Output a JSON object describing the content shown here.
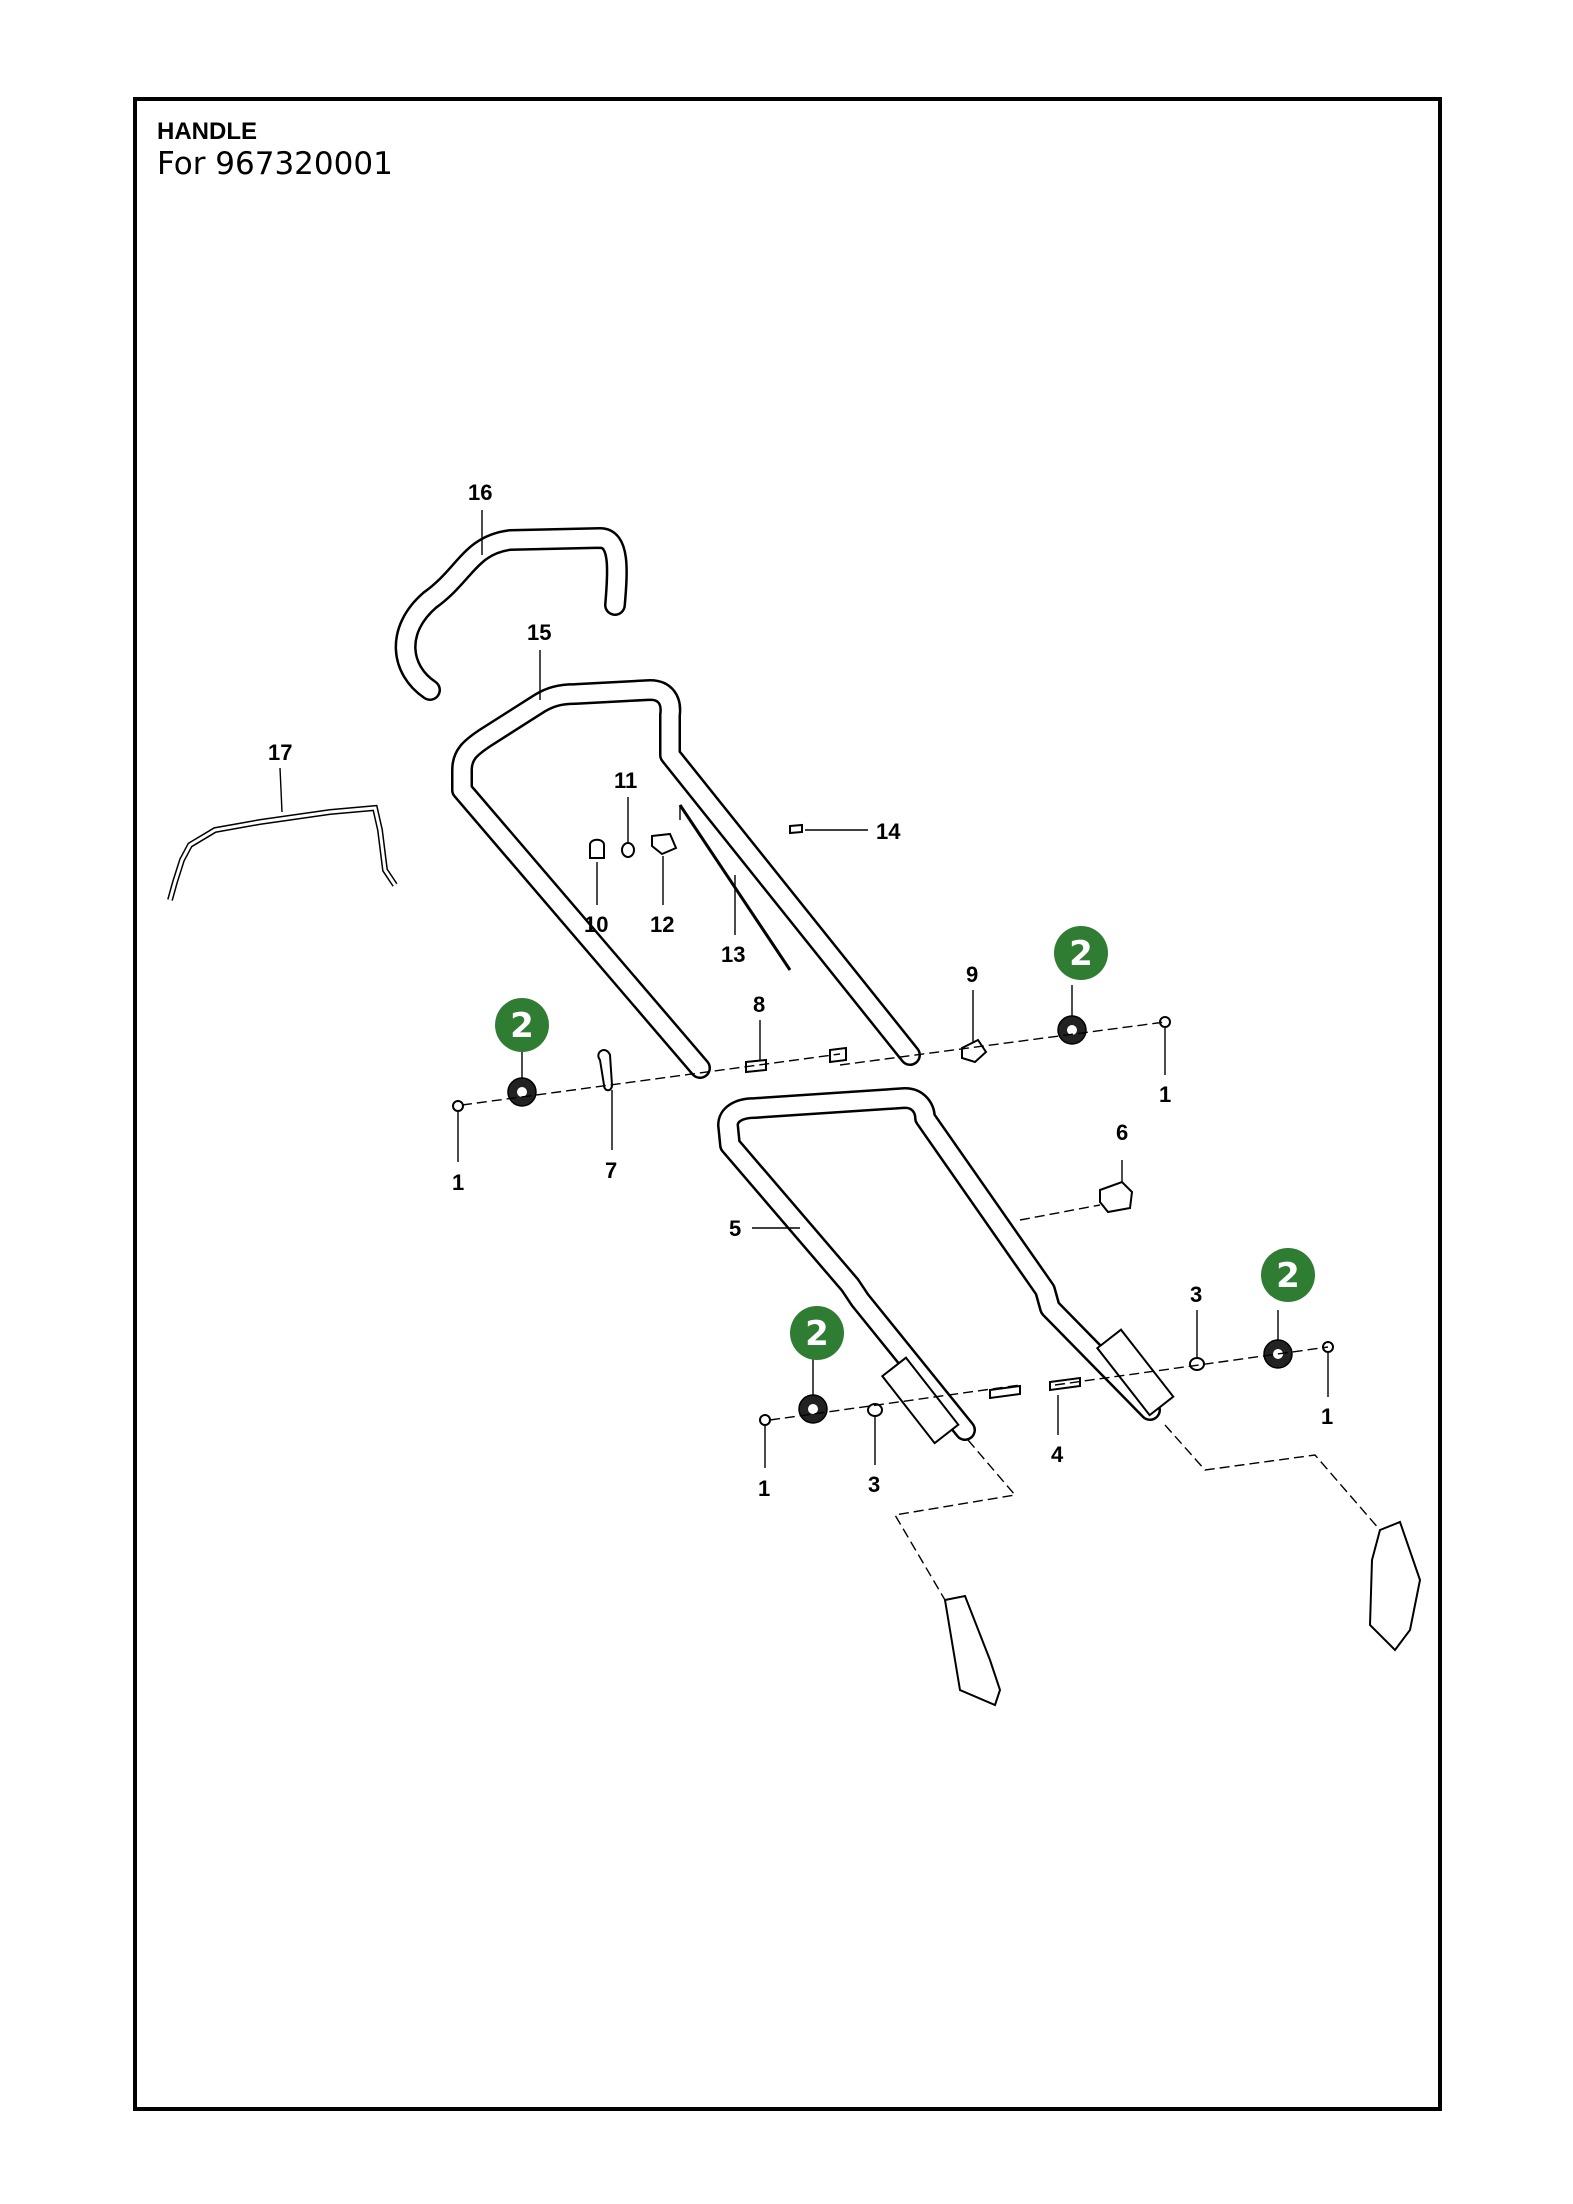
{
  "header": {
    "title": "HANDLE",
    "subtitle": "For 967320001"
  },
  "colors": {
    "badge_fill": "#2e7d32",
    "badge_text": "#ffffff",
    "frame": "#000000"
  },
  "callouts": {
    "p16": "16",
    "p15": "15",
    "p17": "17",
    "p11": "11",
    "p14": "14",
    "p10": "10",
    "p12": "12",
    "p13": "13",
    "p9": "9",
    "p8": "8",
    "p1_left": "1",
    "p7": "7",
    "p1_upper_right": "1",
    "p6": "6",
    "p5": "5",
    "p3_right": "3",
    "p1_lower_right": "1",
    "p4": "4",
    "p1_lower_left": "1",
    "p3_left": "3"
  },
  "badges": {
    "upper_left": "2",
    "upper_right": "2",
    "lower_left": "2",
    "lower_right": "2"
  }
}
